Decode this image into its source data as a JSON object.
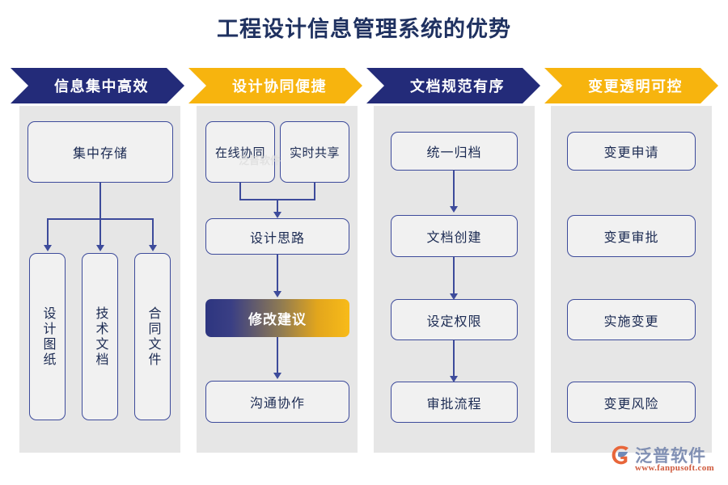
{
  "title": "工程设计信息管理系统的优势",
  "colors": {
    "navy": "#232b79",
    "gold": "#f7b40e",
    "panel": "#e6e6e6",
    "node_border": "#3d4b9b",
    "node_fill": "#f1f1f1",
    "title_text": "#1f3160",
    "logo_text": "#7b8bb0",
    "logo_url": "#cf5a3d"
  },
  "columns": [
    {
      "header": "信息集中高效",
      "header_style": "blue",
      "nodes": {
        "root": "集中存储",
        "leaf1": "设计图纸",
        "leaf2": "技术文档",
        "leaf3": "合同文件"
      }
    },
    {
      "header": "设计协同便捷",
      "header_style": "gold",
      "nodes": {
        "top_left": "在线协同",
        "top_right": "实时共享",
        "mid": "设计思路",
        "accent": "修改建议",
        "bottom": "沟通协作"
      }
    },
    {
      "header": "文档规范有序",
      "header_style": "blue",
      "nodes": {
        "n1": "统一归档",
        "n2": "文档创建",
        "n3": "设定权限",
        "n4": "审批流程"
      }
    },
    {
      "header": "变更透明可控",
      "header_style": "gold",
      "nodes": {
        "n1": "变更申请",
        "n2": "变更审批",
        "n3": "实施变更",
        "n4": "变更风险"
      }
    }
  ],
  "watermark": {
    "brand": "泛普软件",
    "url": "www.fanpusoft.com",
    "ghost": "泛普软件"
  }
}
